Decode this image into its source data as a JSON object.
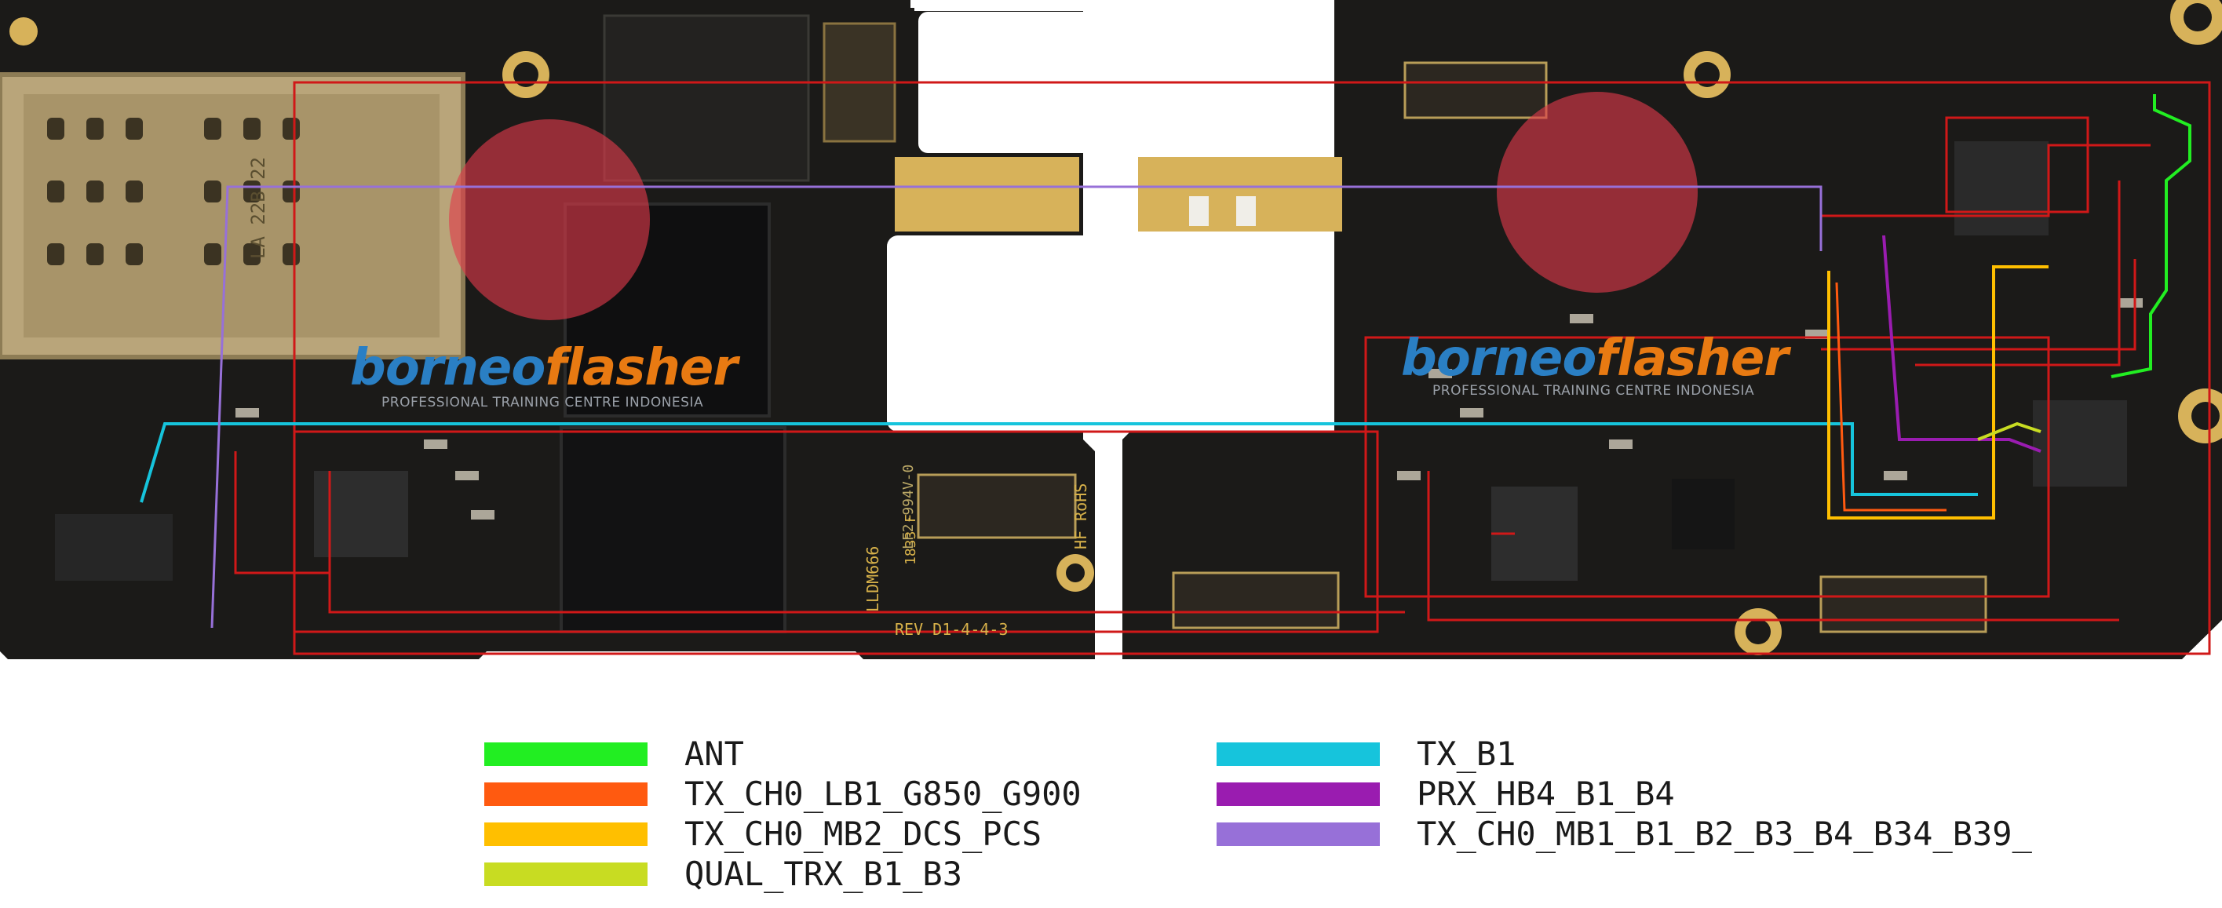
{
  "watermark": {
    "brand_part1": "borneo",
    "brand_part2": "flasher",
    "tagline": "PROFESSIONAL TRAINING CENTRE INDONESIA"
  },
  "board_silkscreen": {
    "rev_label": "REV D1-4-4-3",
    "model_label": "LLDM666",
    "hf_label": "HF RoHS",
    "code_label": "LF2-994V-0",
    "date_label": "1833 F",
    "sim_label": "LA 22B 22"
  },
  "legend": {
    "items": [
      {
        "label": "ANT",
        "color": "#22ee22"
      },
      {
        "label": "TX_CH0_LB1_G850_G900",
        "color": "#ff5a10"
      },
      {
        "label": "TX_CH0_MB2_DCS_PCS",
        "color": "#ffbf00"
      },
      {
        "label": "QUAL_TRX_B1_B3",
        "color": "#c8dc22"
      },
      {
        "label": "TX_B1",
        "color": "#16c4dc"
      },
      {
        "label": "PRX_HB4_B1_B4",
        "color": "#9a1cb0"
      },
      {
        "label": "TX_CH0_MB1_B1_B2_B3_B4_B34_B39_",
        "color": "#9770d8"
      }
    ]
  },
  "colors": {
    "pcb": "#1b1a18",
    "trace_red": "#d01818",
    "gold": "#d7b25a"
  }
}
